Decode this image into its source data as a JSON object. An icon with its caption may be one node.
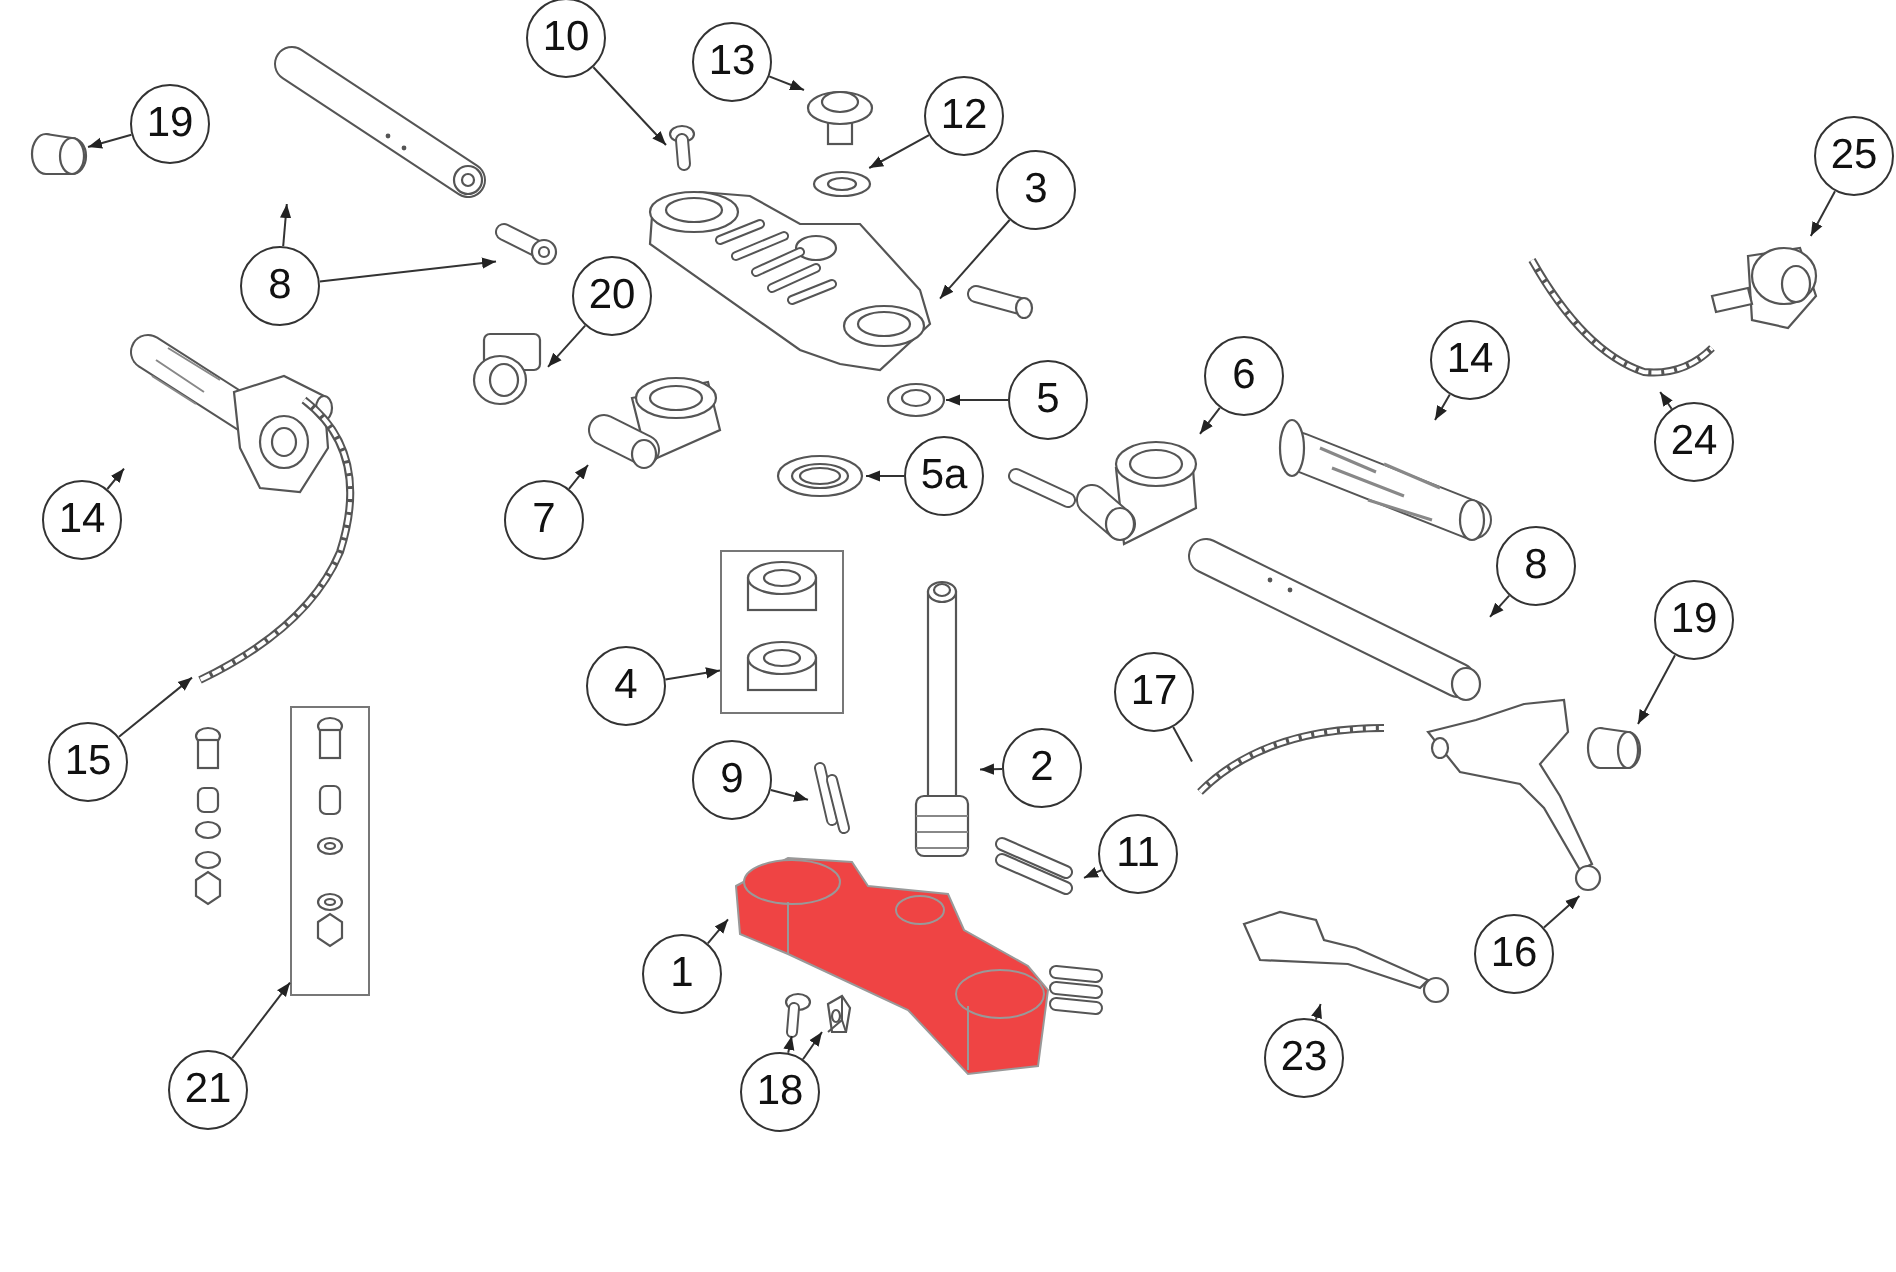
{
  "diagram": {
    "nodes": [
      {
        "text": [
          "19"
        ]
      },
      {
        "text": [
          "10"
        ]
      },
      {
        "text": [
          "13"
        ]
      },
      {
        "text": [
          "12"
        ]
      },
      {
        "text": [
          "25"
        ]
      },
      {
        "text": [
          "3"
        ]
      },
      {
        "text": [
          "8"
        ]
      },
      {
        "text": [
          "20"
        ]
      },
      {
        "text": [
          "5"
        ]
      },
      {
        "text": [
          "6"
        ]
      },
      {
        "text": [
          "14"
        ]
      },
      {
        "text": [
          "24"
        ]
      },
      {
        "text": [
          "5a"
        ]
      },
      {
        "text": [
          "14"
        ]
      },
      {
        "text": [
          "7"
        ]
      },
      {
        "text": [
          "8"
        ]
      },
      {
        "text": [
          "19"
        ]
      },
      {
        "text": [
          "4"
        ]
      },
      {
        "text": [
          "17"
        ]
      },
      {
        "text": [
          "15"
        ]
      },
      {
        "text": [
          "9"
        ]
      },
      {
        "text": [
          "2"
        ]
      },
      {
        "text": [
          "11"
        ]
      },
      {
        "text": [
          "16"
        ]
      },
      {
        "text": [
          "1"
        ]
      },
      {
        "text": [
          "23"
        ]
      },
      {
        "text": [
          "21"
        ]
      },
      {
        "text": [
          "18"
        ]
      },
      {
        "text": [],
        "shape": "picture"
      },
      {
        "text": [],
        "shape": "picture"
      },
      {
        "text": [],
        "shape": "picture"
      },
      {
        "text": [],
        "shape": "picture"
      },
      {
        "text": [],
        "shape": "picture"
      },
      {
        "text": [],
        "shape": "picture"
      },
      {
        "text": [],
        "shape": "picture"
      },
      {
        "text": [],
        "shape": "picture"
      },
      {
        "text": [],
        "shape": "picture"
      },
      {
        "text": [],
        "shape": "picture"
      },
      {
        "text": [],
        "shape": "picture"
      },
      {
        "text": [],
        "shape": "picture"
      },
      {
        "text": [],
        "shape": "picture"
      },
      {
        "text": [],
        "shape": "picture"
      },
      {
        "text": [],
        "shape": "picture"
      },
      {
        "text": [],
        "shape": "picture"
      },
      {
        "text": [],
        "shape": "picture"
      },
      {
        "text": [],
        "shape": "box"
      },
      {
        "text": [],
        "shape": "picture"
      },
      {
        "text": [],
        "shape": "picture"
      },
      {
        "text": [],
        "shape": "picture"
      },
      {
        "text": [],
        "shape": "picture"
      },
      {
        "text": [],
        "shape": "picture"
      },
      {
        "text": [],
        "shape": "picture"
      },
      {
        "text": [],
        "shape": "picture"
      },
      {
        "text": [],
        "shape": "picture"
      },
      {
        "text": [],
        "shape": "picture"
      },
      {
        "text": [],
        "shape": "picture"
      },
      {
        "text": [],
        "shape": "box"
      },
      {
        "text": [],
        "shape": "picture"
      }
    ],
    "edges": [
      {
        "from": 0,
        "to": 28,
        "arrow": "to"
      },
      {
        "from": 1,
        "to": 31,
        "arrow": "to"
      },
      {
        "from": 2,
        "to": 32,
        "arrow": "to"
      },
      {
        "from": 3,
        "to": 33,
        "arrow": "to"
      },
      {
        "from": 4,
        "to": 42,
        "arrow": "to"
      },
      {
        "from": 5,
        "to": 34,
        "arrow": "to"
      },
      {
        "from": 6,
        "to": 29,
        "arrow": "to"
      },
      {
        "from": 6,
        "to": 30,
        "arrow": "to"
      },
      {
        "from": 7,
        "to": 35,
        "arrow": "to"
      },
      {
        "from": 8,
        "to": 38,
        "arrow": "to"
      },
      {
        "from": 9,
        "to": 40,
        "arrow": "to"
      },
      {
        "from": 10,
        "to": 41,
        "arrow": "to"
      },
      {
        "from": 11,
        "to": 43,
        "arrow": "to"
      },
      {
        "from": 12,
        "to": 39,
        "arrow": "to"
      },
      {
        "from": 13,
        "to": 36,
        "arrow": "to"
      },
      {
        "from": 14,
        "to": 37,
        "arrow": "to"
      },
      {
        "from": 15,
        "to": 44,
        "arrow": "to"
      },
      {
        "from": 16,
        "to": 51,
        "arrow": "to"
      },
      {
        "from": 17,
        "to": 45,
        "arrow": "to"
      },
      {
        "from": 18,
        "to": 50,
        "arrow": "none"
      },
      {
        "from": 19,
        "to": 46,
        "arrow": "to"
      },
      {
        "from": 20,
        "to": 47,
        "arrow": "to"
      },
      {
        "from": 21,
        "to": 48,
        "arrow": "to"
      },
      {
        "from": 22,
        "to": 49,
        "arrow": "to"
      },
      {
        "from": 23,
        "to": 53,
        "arrow": "to"
      },
      {
        "from": 24,
        "to": 52,
        "arrow": "to"
      },
      {
        "from": 25,
        "to": 57,
        "arrow": "to"
      },
      {
        "from": 26,
        "to": 56,
        "arrow": "to"
      },
      {
        "from": 27,
        "to": 54,
        "arrow": "to"
      },
      {
        "from": 27,
        "to": 55,
        "arrow": "to"
      }
    ]
  }
}
